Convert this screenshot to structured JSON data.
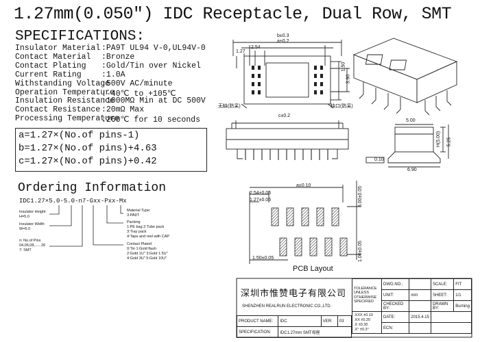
{
  "title": "1.27mm(0.050″) IDC Receptacle, Dual Row, SMT",
  "specifications": {
    "heading": "SPECIFICATIONS:",
    "rows": [
      {
        "label": "Insulator Material",
        "value": ":PA9T UL94 V-0,UL94V-0"
      },
      {
        "label": "Contact Material",
        "value": ":Bronze"
      },
      {
        "label": "Contact Plating",
        "value": ":Gold/Tin over Nickel"
      },
      {
        "label": "Current Rating",
        "value": ":1.0A"
      },
      {
        "label": "Withstanding Voltage",
        "value": ":500V AC/minute"
      },
      {
        "label": "Operation Temperature",
        "value": ":-40℃ to +105℃"
      },
      {
        "label": "Insulation Resistance",
        "value": ":1000MΩ Min at DC 500V"
      },
      {
        "label": "Contact Resistance",
        "value": ":20mΩ Max"
      },
      {
        "label": "Processing Temperature",
        "value": ":260℃ for 10 seconds"
      }
    ]
  },
  "formulas": [
    "a=1.27×(No.of pins-1)",
    "b=1.27×(No.of pins)+4.63",
    "c=1.27×(No.of pins)+0.42"
  ],
  "ordering": {
    "heading": "Ordering Information",
    "part_number": "IDC1.27×5.0-5.0-n7-Gxx-Pxx-Mx",
    "insulator_height": [
      "Insulator Height",
      "H=5.0"
    ],
    "insulator_width": [
      "Insulator Width",
      "W=5.0"
    ],
    "pins": [
      "n: No.of Pins",
      "04,06,08,......26",
      "7: SMT"
    ],
    "material_type": [
      "Material Type:",
      "3:PA9T"
    ],
    "packing": [
      "Packing",
      "1:PE bag    2:Tube pack",
      "3:Tray pack",
      "4:Tape and reel with CAP"
    ],
    "contact_plated": [
      "Contact Plated",
      "0:Tin          1:Gold flash",
      "2:Gold 1U\"    3:Gold 1.5U\"",
      "4:Gold 3U\"    5:Gold 10U\""
    ]
  },
  "drawing": {
    "top_dims": [
      "b±0.3",
      "a±0.2",
      "1.27",
      "2.54",
      "1.50",
      "3.90"
    ],
    "notes_left": "无缺(防呆)",
    "notes_right": "缺口(防呆)",
    "mid_dim": "c±0.2",
    "side_dims": [
      "5.00",
      "H(5.00)",
      "5.25",
      "6.90"
    ],
    "flatness": "0.10",
    "pcb_dims": [
      "2.54±0.05",
      "1.27±0.05",
      "a±0.10",
      "3.00±0.05",
      "1.50±0.05",
      "1.00±0.05"
    ],
    "pcb_label": "PCB Layout"
  },
  "title_block": {
    "company_cn": "深圳市惟赞电子有限公司",
    "company_en": "SHENZHEN REALRUN ELECTRONIC CO.,LTD.",
    "tolerance": [
      "TOLERANCE",
      "UNLESS",
      "OTHERWISE",
      "SPECIFIED"
    ],
    "tol_values": [
      ".XXX ±0.10",
      ".XX  ±0.20",
      ".X    ±0.30",
      ".X°  ±0.3°"
    ],
    "dwg_no_label": "DWG.NO.:",
    "scale_label": "SCALE:",
    "scale_val": "FIT",
    "unit_label": "UNIT:",
    "unit_val": "mm",
    "sheet_label": "SHEET:",
    "sheet_val": "1/1",
    "checked_label": "CHECKED BY:",
    "drawn_label": "DRAWN BY:",
    "drawn_val": "Burning",
    "date_label": "DATE:",
    "date_val": "2015.4.15",
    "ecn_label": "ECN:",
    "product_label": "PRODUCT NAME:",
    "product_val": "IDC",
    "ver_label": "VER:",
    "ver_val": "03",
    "spec_label": "SPECIFICATION:",
    "spec_val": "IDC1.27mm SMT母座"
  }
}
